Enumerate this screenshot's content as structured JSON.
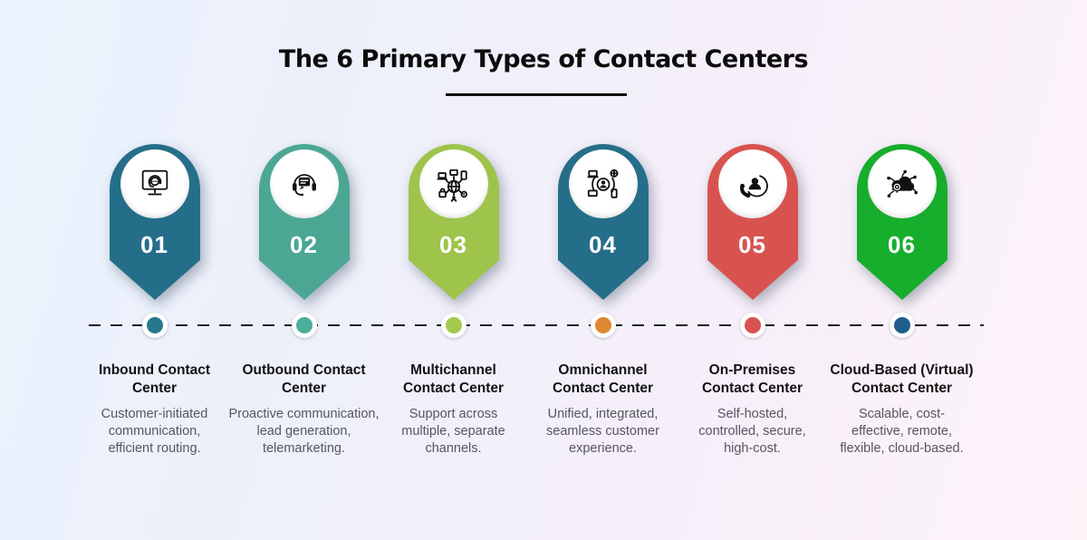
{
  "header": {
    "title": "The 6 Primary Types of Contact Centers",
    "underline_color": "#0d0d0d"
  },
  "timeline": {
    "line_color": "#1a232e"
  },
  "items": [
    {
      "number": "01",
      "title": "Inbound Contact\nCenter",
      "description": "Customer-initiated\ncommunication,\nefficient routing.",
      "pin_color": "#256E8A",
      "dot_color": "#27788C",
      "icon": "monitor-headset-icon"
    },
    {
      "number": "02",
      "title": "Outbound Contact\nCenter",
      "description": "Proactive communication,\nlead generation,\ntelemarketing.",
      "pin_color": "#4BA794",
      "dot_color": "#4CAE9B",
      "icon": "headset-chat-icon"
    },
    {
      "number": "03",
      "title": "Multichannel\nContact Center",
      "description": "Support across\nmultiple, separate\nchannels.",
      "pin_color": "#9EC44B",
      "dot_color": "#A4C94E",
      "icon": "network-devices-icon"
    },
    {
      "number": "04",
      "title": "Omnichannel\nContact Center",
      "description": "Unified, integrated,\nseamless customer\nexperience.",
      "pin_color": "#256E8A",
      "dot_color": "#DE892F",
      "icon": "customer-channels-icon"
    },
    {
      "number": "05",
      "title": "On-Premises\nContact Center",
      "description": "Self-hosted,\ncontrolled, secure,\nhigh-cost.",
      "pin_color": "#D8534F",
      "dot_color": "#D8534F",
      "icon": "phone-agent-icon"
    },
    {
      "number": "06",
      "title": "Cloud-Based (Virtual)\nContact Center",
      "description": "Scalable, cost-\neffective, remote,\nflexible, cloud-based.",
      "pin_color": "#17AD2D",
      "dot_color": "#1F5E8C",
      "icon": "cloud-network-icon"
    }
  ]
}
